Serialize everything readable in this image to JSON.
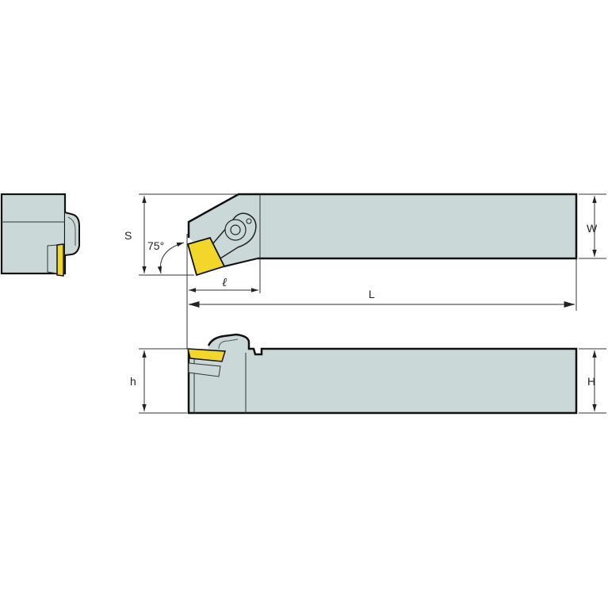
{
  "diagram": {
    "title": "Turning tool holder dimensional drawing",
    "colors": {
      "body_fill": "#cad8d7",
      "insert_fill": "#f2d72a",
      "outline": "#111111",
      "dim_line": "#333333",
      "background": "#ffffff"
    },
    "labels": {
      "S": "S",
      "angle": "75°",
      "l": "ℓ",
      "L": "L",
      "W": "W",
      "h": "h",
      "H": "H"
    },
    "views": [
      "end-view",
      "top-view",
      "side-view"
    ]
  }
}
